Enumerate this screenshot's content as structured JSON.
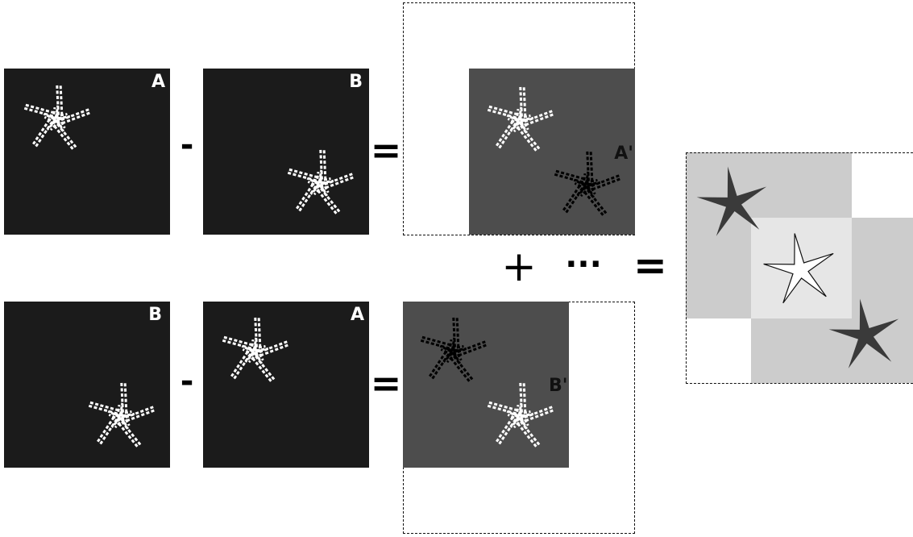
{
  "labels": {
    "a": "A",
    "b": "B",
    "a_prime": "A'",
    "b_prime": "B'"
  },
  "operators": {
    "minus": "-",
    "equals": "=",
    "plus": "+",
    "ellipsis": "···"
  },
  "colors": {
    "input_panel": "#1b1b1b",
    "difference_panel": "#4d4d4d",
    "accumulated_overlap": "#cccccc",
    "accumulated_center": "#e6e6e6",
    "star_dark": "#3a3a3a"
  }
}
